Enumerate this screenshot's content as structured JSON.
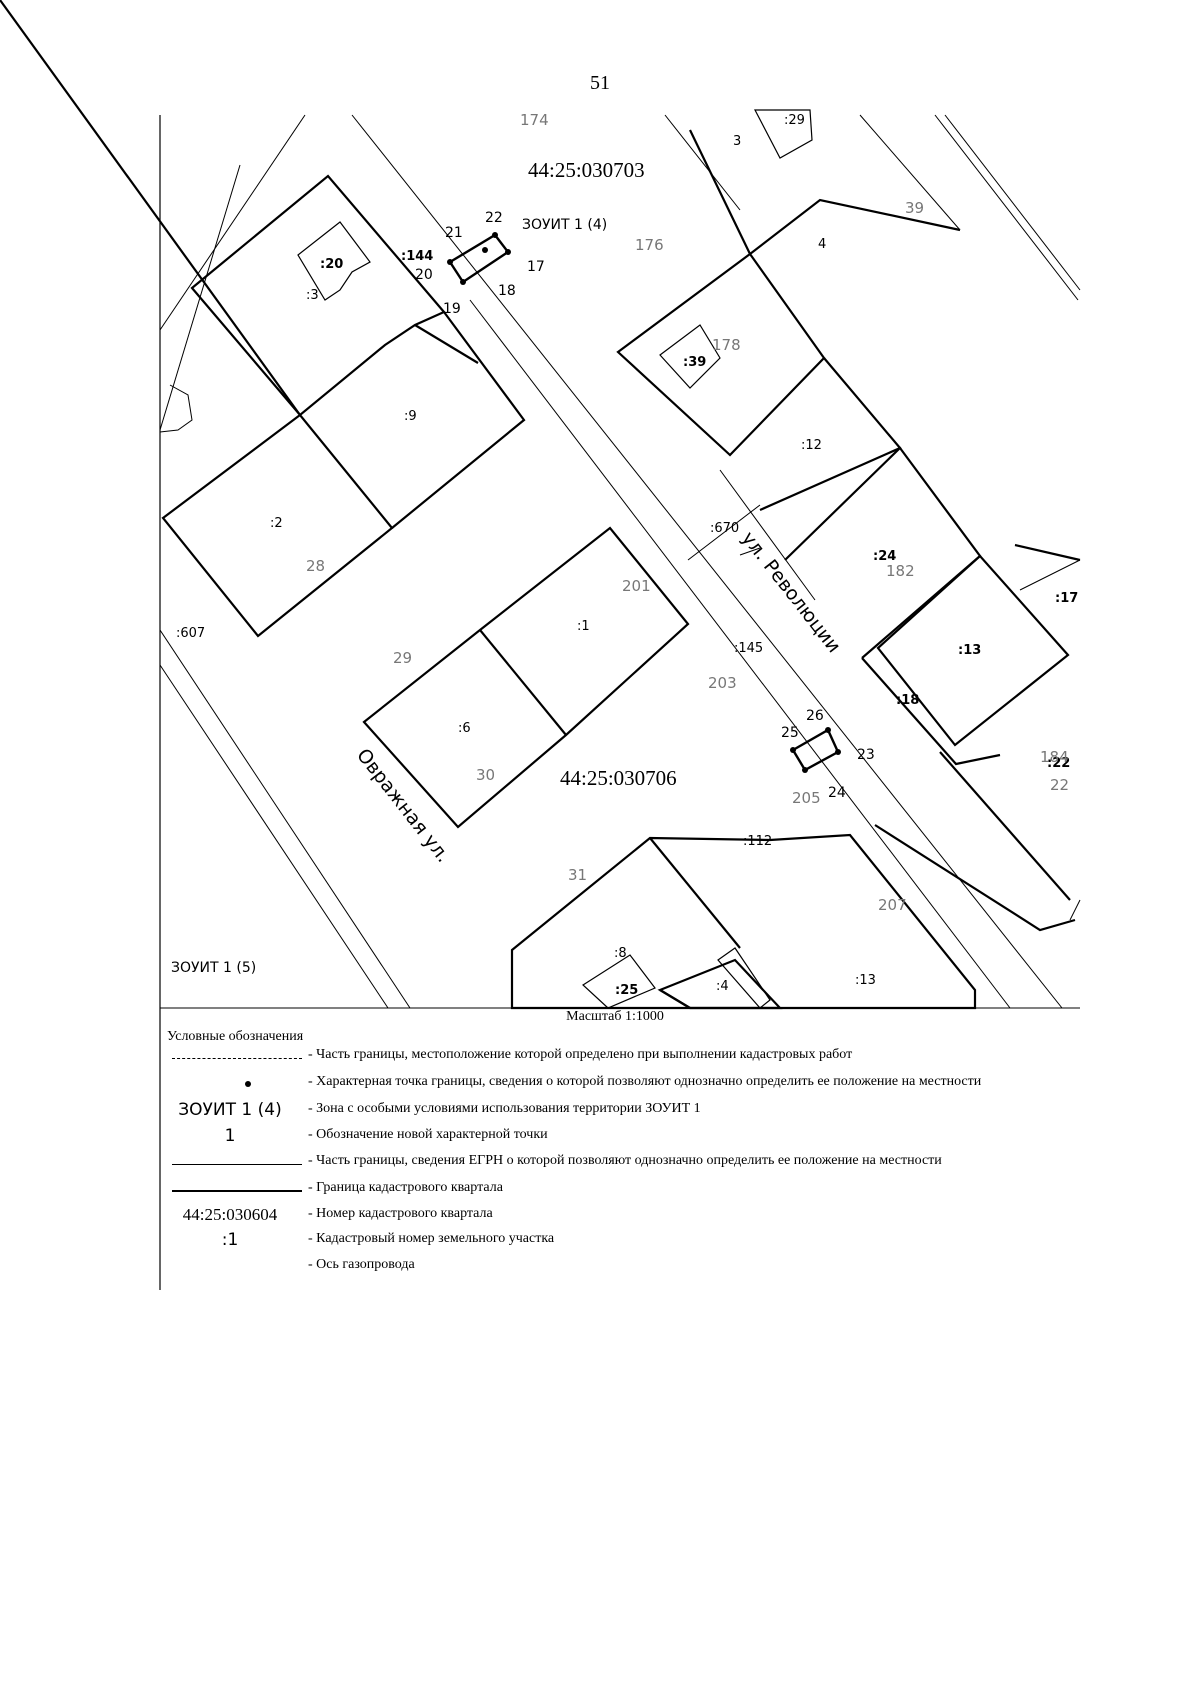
{
  "page_number": "51",
  "map": {
    "quarters": [
      "44:25:030703",
      "44:25:030706"
    ],
    "zones": [
      "ЗОУИТ 1 (4)",
      "ЗОУИТ 1 (5)"
    ],
    "streets": [
      "ул. Революции",
      "Овражная ул."
    ],
    "parcels_bold": [
      ":20",
      ":144",
      ":39",
      ":24",
      ":13",
      ":18",
      ":22",
      ":17",
      ":25"
    ],
    "parcels": [
      ":3",
      ":9",
      ":2",
      ":607",
      ":1",
      ":6",
      ":145",
      ":12",
      ":670",
      ":112",
      ":8",
      ":4",
      ":13",
      "4",
      "3",
      ":29"
    ],
    "points": [
      "17",
      "18",
      "19",
      "20",
      "21",
      "22",
      "23",
      "24",
      "25",
      "26"
    ],
    "gray_labels": [
      "174",
      "176",
      "39",
      "28",
      "29",
      "30",
      "201",
      "203",
      "205",
      "207",
      "31",
      "182",
      "184",
      "178",
      "22"
    ]
  },
  "scale": "Масштаб 1:1000",
  "legend": {
    "title": "Условные обозначения",
    "items": [
      {
        "symbol": "",
        "text": "- Часть границы, местоположение которой определено при выполнении кадастровых работ"
      },
      {
        "symbol": "",
        "text": "- Характерная точка границы, сведения о которой позволяют однозначно определить ее положение на местности"
      },
      {
        "symbol": "ЗОУИТ 1 (4)",
        "text": "- Зона с особыми условиями использования территории ЗОУИТ 1"
      },
      {
        "symbol": "1",
        "text": "- Обозначение новой характерной точки"
      },
      {
        "symbol": "",
        "text": "- Часть границы, сведения ЕГРН о которой позволяют однозначно определить ее положение на местности"
      },
      {
        "symbol": "",
        "text": "- Граница кадастрового квартала"
      },
      {
        "symbol": "44:25:030604",
        "text": "- Номер кадастрового квартала"
      },
      {
        "symbol": ":1",
        "text": "- Кадастровый номер земельного участка"
      },
      {
        "symbol": "",
        "text": "- Ось газопровода"
      }
    ]
  }
}
